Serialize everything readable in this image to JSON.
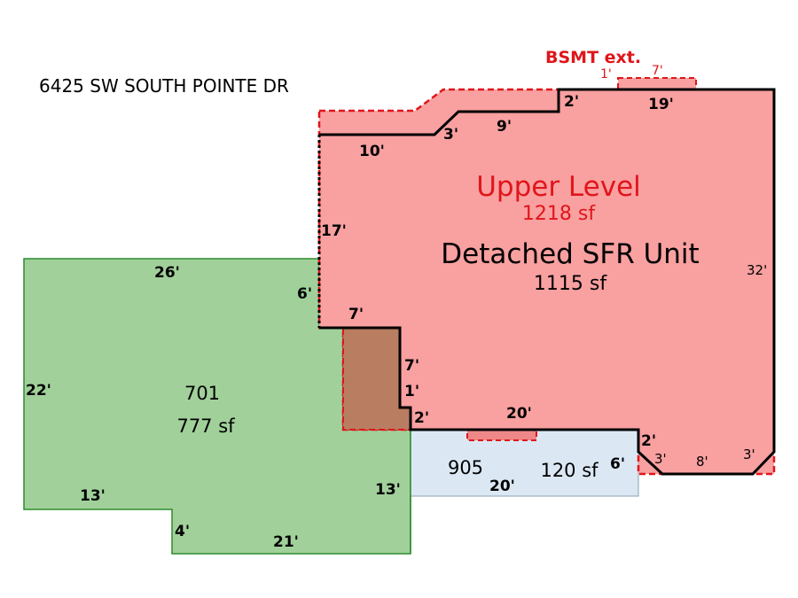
{
  "address": "6425 SW SOUTH POINTE DR",
  "colors": {
    "upper": "#f9a0a0",
    "garage": "#a1d09a",
    "porch": "#dbe8f4",
    "overlap": "#b97d62",
    "red": "#e0151b"
  },
  "upper_level": {
    "title": "Upper Level",
    "area": "1218 sf"
  },
  "main_unit": {
    "title": "Detached SFR Unit",
    "area": "1115 sf"
  },
  "bsmt": {
    "title": "BSMT ext.",
    "dim_a": "1'",
    "dim_b": "7'"
  },
  "area_701": {
    "code": "701",
    "area": "777 sf"
  },
  "area_905": {
    "code": "905",
    "area": "120 sf"
  },
  "dims": {
    "d10": "10'",
    "d3a": "3'",
    "d9": "9'",
    "d2a": "2'",
    "d19": "19'",
    "d17": "17'",
    "d32": "32'",
    "d6a": "6'",
    "d7a": "7'",
    "d7b": "7'",
    "d1": "1'",
    "d2b": "2'",
    "d20a": "20'",
    "d2c": "2'",
    "d3b": "3'",
    "d8": "8'",
    "d3c": "3'",
    "d6b": "6'",
    "d20b": "20'",
    "d26": "26'",
    "d22": "22'",
    "d13a": "13'",
    "d4": "4'",
    "d21": "21'",
    "d13b": "13'"
  }
}
